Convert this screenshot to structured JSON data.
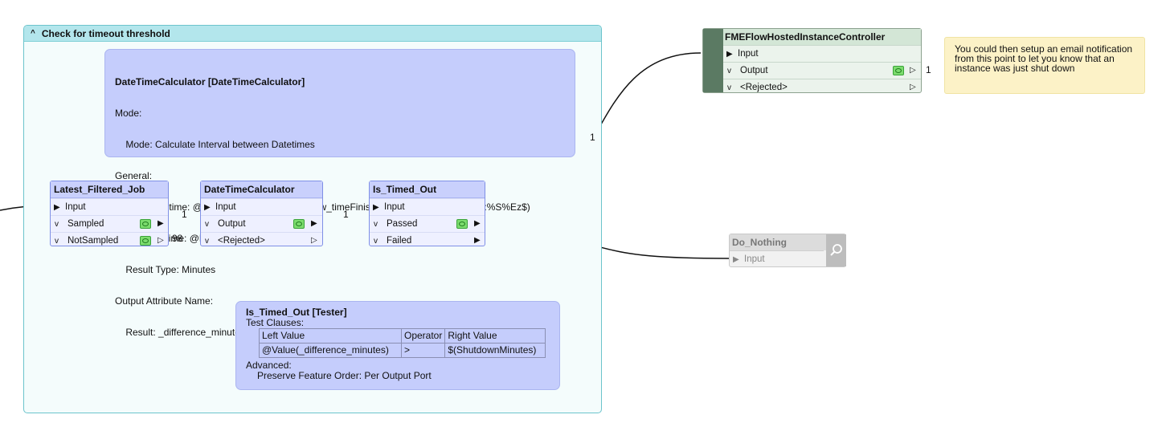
{
  "bookmark": {
    "title": "Check for timeout threshold"
  },
  "calc_note": {
    "title": "DateTimeCalculator [DateTimeCalculator]",
    "lines": [
      "Mode:",
      "    Mode: Calculate Interval between Datetimes",
      "General:",
      "    Start Datetime: @DateTimeParse(@Value(flow_timeFinished),%Y-%m-%dT%H:%M:%S%Ez$)",
      "    End Datetime: @DateTimeNow(utc)",
      "    Result Type: Minutes",
      "Output Attribute Name:",
      "    Result: _difference_minutes"
    ]
  },
  "tester_note": {
    "title": "Is_Timed_Out [Tester]",
    "heading": "Test Clauses:",
    "table_headers": [
      "Left Value",
      "Operator",
      "Right Value"
    ],
    "table_row": [
      "@Value(_difference_minutes)",
      ">",
      "$(ShutdownMinutes)"
    ],
    "advanced": "Advanced:",
    "preserve": "Preserve Feature Order: Per Output Port"
  },
  "latest": {
    "title": "Latest_Filtered_Job",
    "input": "Input",
    "out1": "Sampled",
    "out2": "NotSampled",
    "count2": "98"
  },
  "dtcalc": {
    "title": "DateTimeCalculator",
    "input": "Input",
    "out1": "Output",
    "out2": "<Rejected>"
  },
  "timed": {
    "title": "Is_Timed_Out",
    "input": "Input",
    "out1": "Passed",
    "out2": "Failed"
  },
  "controller": {
    "title": "FMEFlowHostedInstanceController",
    "input": "Input",
    "out1": "Output",
    "out2": "<Rejected>",
    "count1": "1"
  },
  "nothing": {
    "title": "Do_Nothing",
    "input": "Input"
  },
  "sticky": {
    "text": "You could then setup an email notification from this point to let you know that an instance was just shut down"
  },
  "links": {
    "l1": "1",
    "l2": "1",
    "l3": "1"
  },
  "colors": {
    "bookmark": "#b3e6ec",
    "transformer": "#c9d0fc",
    "annotation": "#c5cdfc",
    "controller": "#d3e6d6",
    "sticky": "#fcf2c7"
  }
}
